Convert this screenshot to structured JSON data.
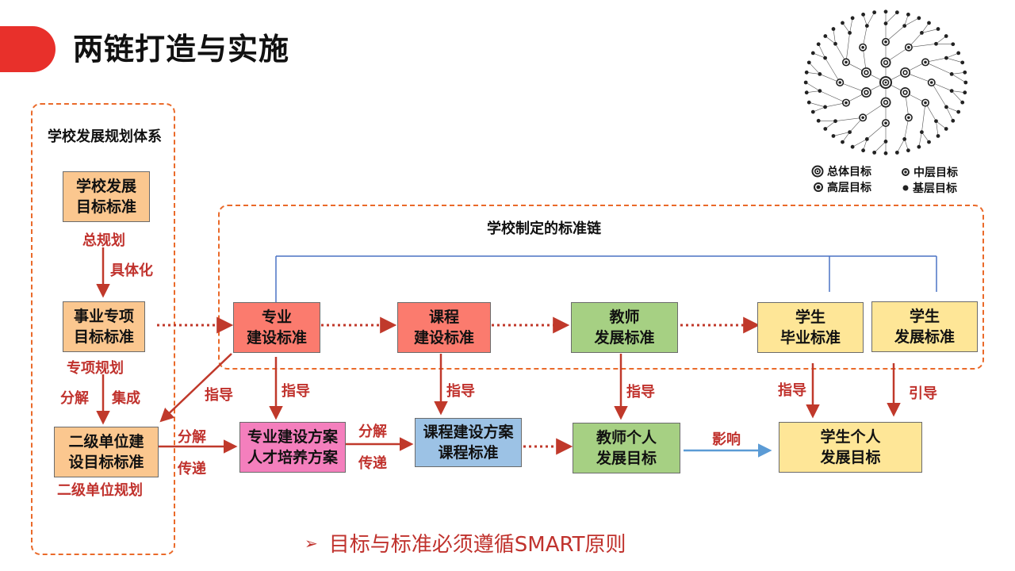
{
  "title": "两链打造与实施",
  "left_frame": {
    "label": "学校发展规划体系",
    "box1": "学校发展\n目标标准",
    "box1_caption": "总规划",
    "arrow1_label": "具体化",
    "box2": "事业专项\n目标标准",
    "box2_caption": "专项规划",
    "arrow2_label_left": "分解",
    "arrow2_label_right": "集成",
    "box3": "二级单位建\n设目标标准",
    "box3_caption": "二级单位规划"
  },
  "standards_frame": {
    "label": "学校制定的标准链",
    "boxes": [
      {
        "text": "专业\n建设标准",
        "color": "#fb7b6e"
      },
      {
        "text": "课程\n建设标准",
        "color": "#fb7b6e"
      },
      {
        "text": "教师\n发展标准",
        "color": "#a6d083"
      },
      {
        "text": "学生\n毕业标准",
        "color": "#fee697"
      },
      {
        "text": "学生\n发展标准",
        "color": "#fee697"
      }
    ]
  },
  "bottom_row": {
    "plan1": "专业建设方案\n人才培养方案",
    "plan2": "课程建设方案\n课程标准",
    "teacher": "教师个人\n发展目标",
    "student": "学生个人\n发展目标"
  },
  "labels": {
    "guide_diag": "指导",
    "guide1": "指导",
    "guide2": "指导",
    "guide3": "指导",
    "guide4": "指导",
    "lead": "引导",
    "decompose1": "分解",
    "transmit1": "传递",
    "decompose2": "分解",
    "transmit2": "传递",
    "influence": "影响"
  },
  "legend": {
    "overall": "总体目标",
    "high": "高层目标",
    "middle": "中层目标",
    "base": "基层目标"
  },
  "footer": {
    "arrow_icon": "➢",
    "text": "目标与标准必须遵循SMART原则"
  },
  "colors": {
    "accent_red": "#e8302b",
    "label_red": "#c0322d",
    "frame_orange": "#ea6a2a",
    "connector_blue": "#4a72c4",
    "influence_blue": "#5b9bd5"
  }
}
